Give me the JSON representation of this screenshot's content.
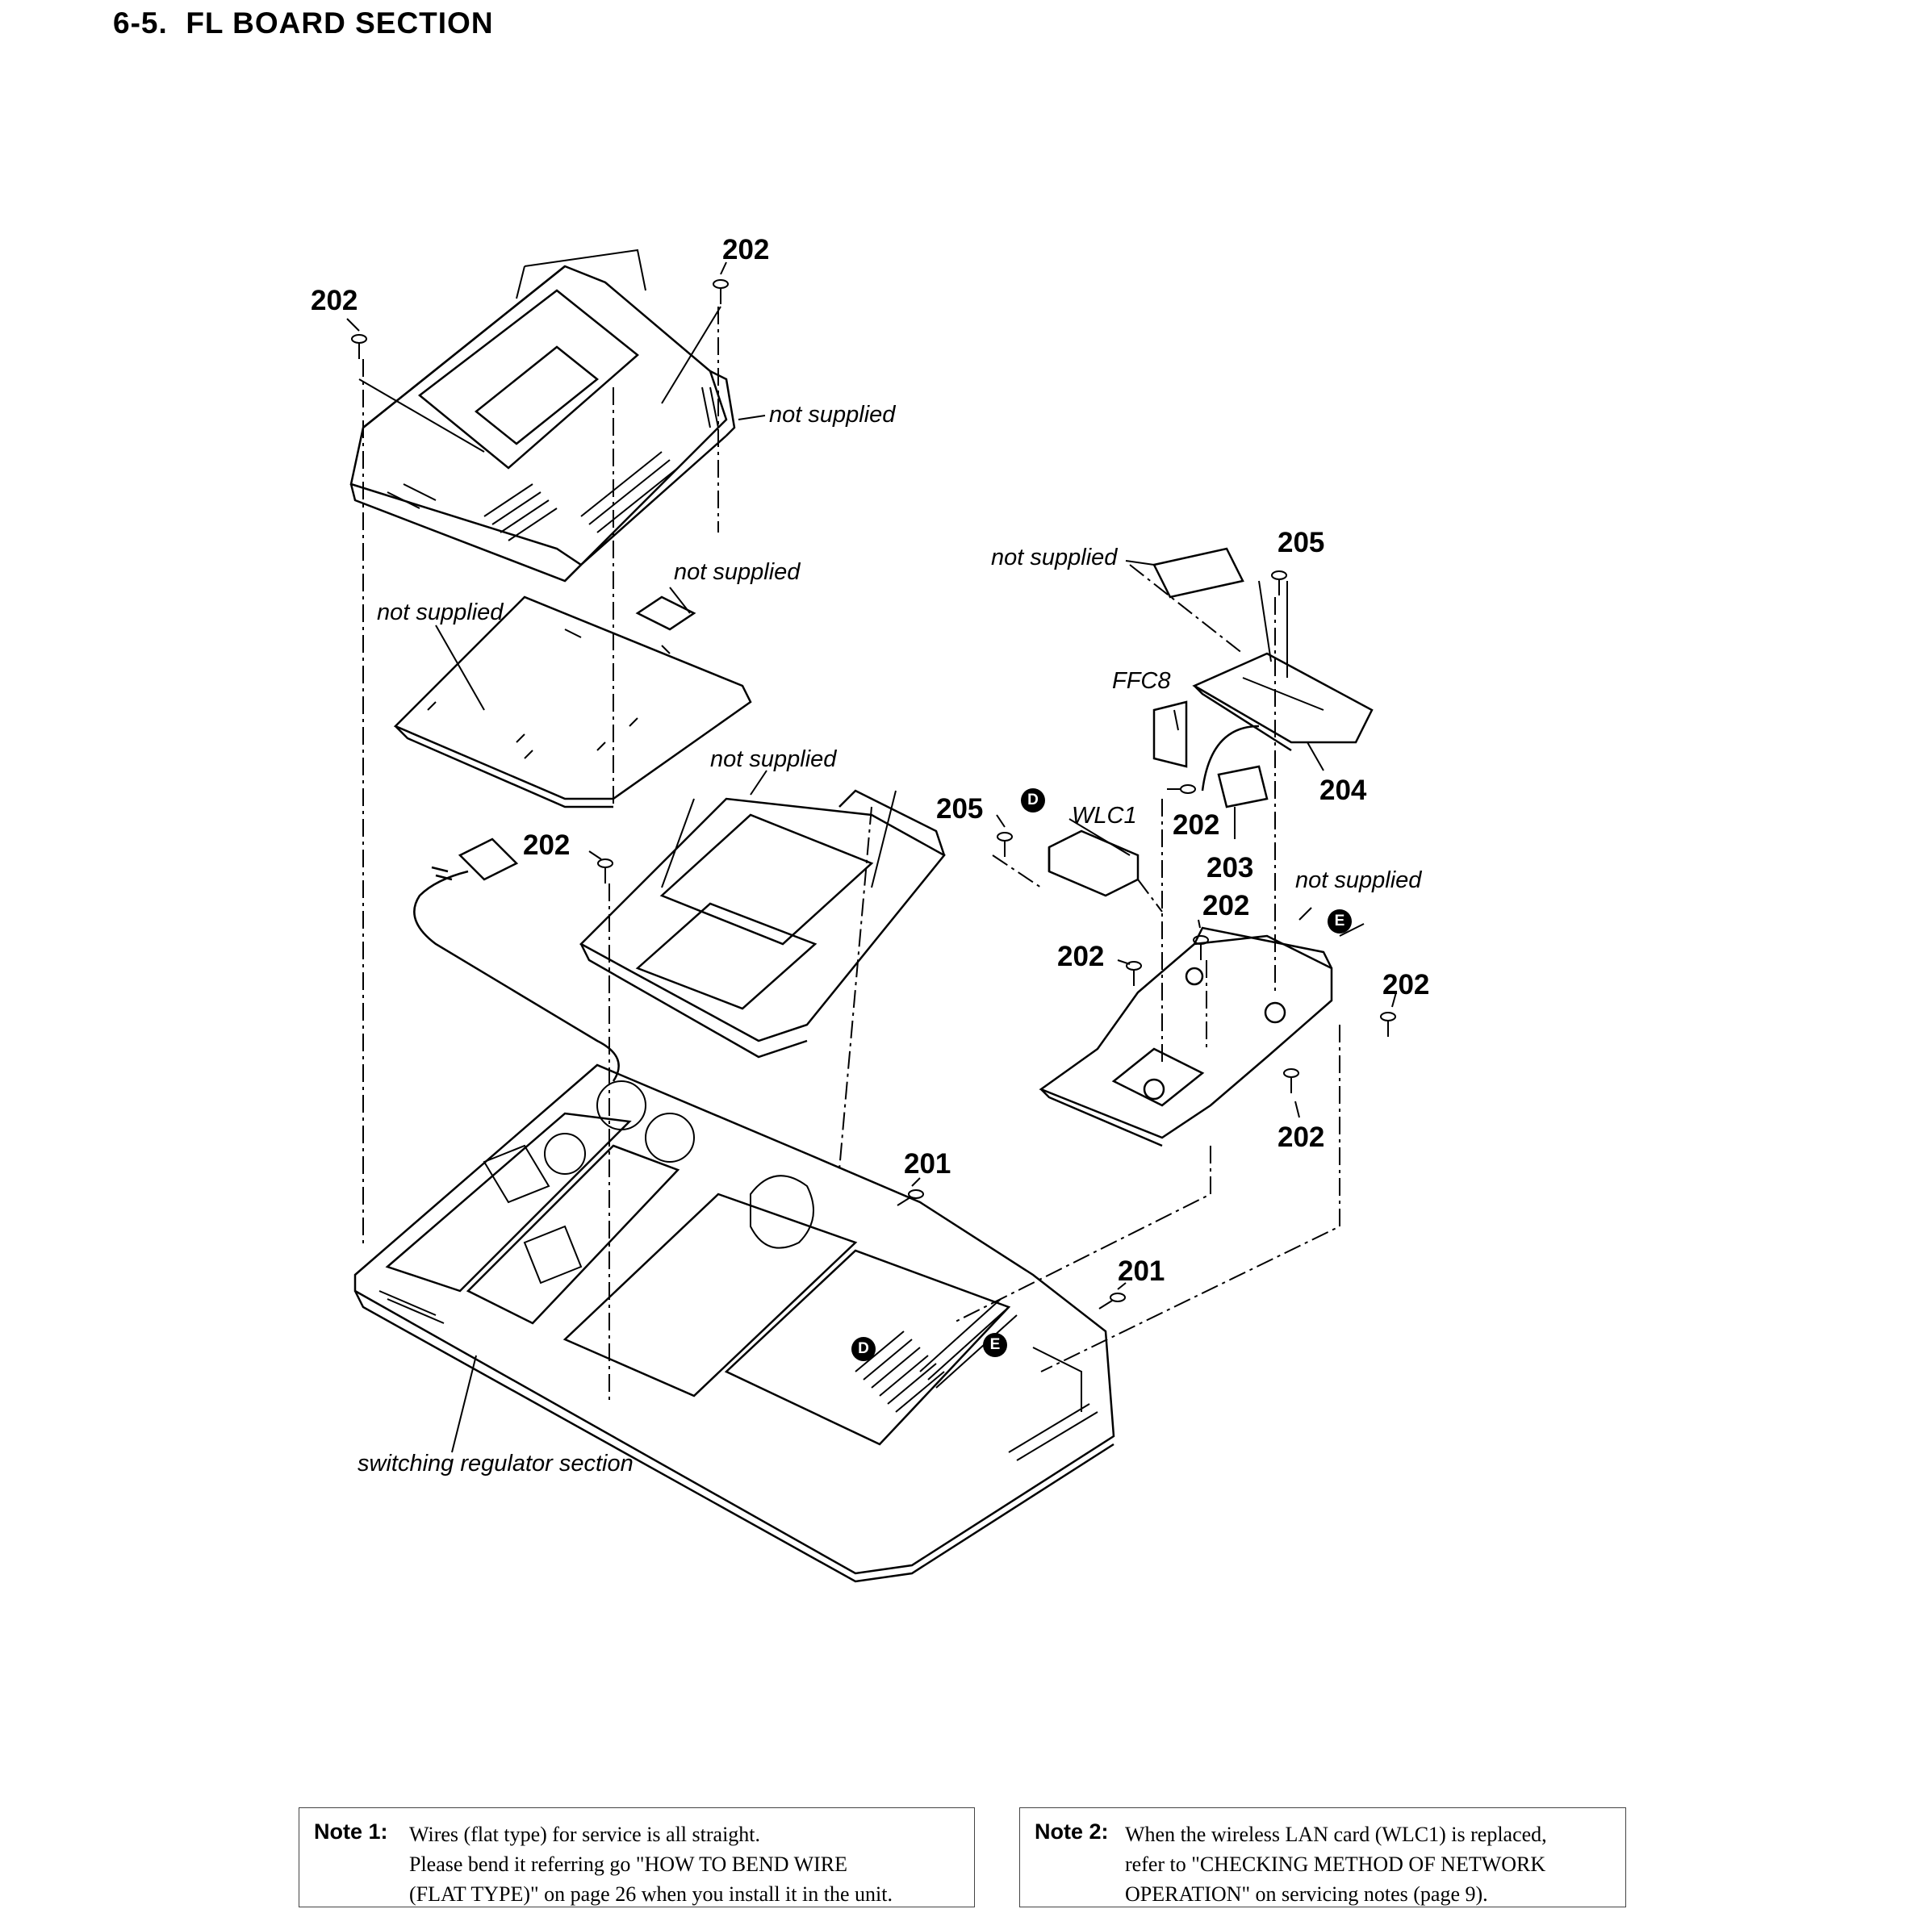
{
  "title": {
    "number": "6-5.",
    "text": "FL BOARD SECTION"
  },
  "labels": {
    "screw_202": "202",
    "screw_201": "201",
    "screw_205": "205",
    "part_203": "203",
    "part_204": "204",
    "not_supplied": "not supplied",
    "ffc8": "FFC8",
    "wlc1": "WLC1",
    "switching_regulator": "switching regulator section",
    "marker_d": "D",
    "marker_e": "E"
  },
  "notes": [
    {
      "head": "Note 1:",
      "lines": [
        "Wires (flat type) for service is all straight.",
        "Please bend it referring go \"HOW TO BEND WIRE",
        "(FLAT TYPE)\" on page 26 when you install it in the unit."
      ]
    },
    {
      "head": "Note 2:",
      "lines": [
        "When the wireless LAN card (WLC1) is replaced,",
        "refer to \"CHECKING METHOD OF NETWORK",
        "OPERATION\" on servicing notes (page 9)."
      ]
    }
  ]
}
